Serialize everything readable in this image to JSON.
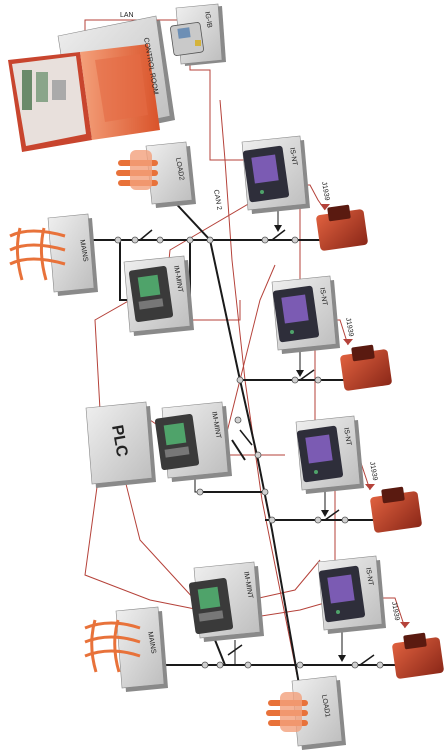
{
  "labels": {
    "lan": "LAN",
    "control_room": "CONTROL ROOM",
    "ig_ib": "IG-IB",
    "load2": "LOAD2",
    "load1": "LOAD1",
    "can2": "CAN 2",
    "mains_top": "MAINS",
    "mains_bottom": "MAINS",
    "plc": "PLC",
    "mint_1": "IM-MINT",
    "mint_2": "IM-MINT",
    "mint_3": "IM-MINT",
    "ist_1": "IS-NT",
    "ist_2": "IS-NT",
    "ist_3": "IS-NT",
    "ist_4": "IS-NT",
    "j1939_1": "J1939",
    "j1939_2": "J1939",
    "j1939_3": "J1939",
    "j1939_4": "J1939"
  },
  "colors": {
    "wire_red": "#b5423a",
    "bus_black": "#1a1a1a",
    "box_gray": "#d9d9d9",
    "box_shadow": "#8a8a8a",
    "engine_red": "#c8452e",
    "mains_orange": "#e8723a",
    "screen_purple": "#7b5bb3",
    "screen_green": "#4fa36a"
  }
}
